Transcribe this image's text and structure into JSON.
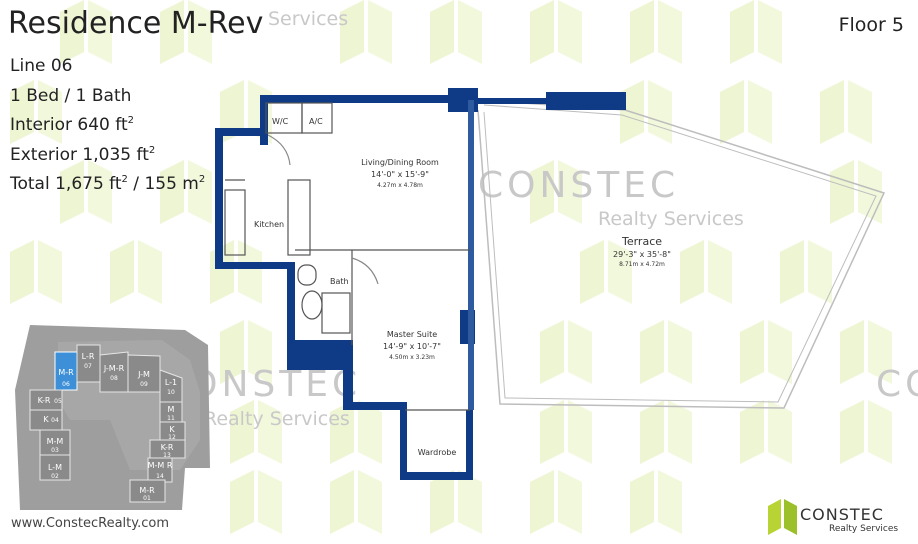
{
  "header": {
    "title": "Residence M-Rev",
    "floor": "Floor 5"
  },
  "unit_info": {
    "line": "Line 06",
    "beds_baths": "1 Bed / 1 Bath",
    "interior_label": "Interior 640 ft",
    "interior_exp": "2",
    "exterior_label": "Exterior 1,035 ft",
    "exterior_exp": "2",
    "total_label": "Total 1,675 ft",
    "total_exp": "2",
    "total_metric": " / 155 m",
    "total_metric_exp": "2"
  },
  "rooms": {
    "wic": "W/C",
    "ac": "A/C",
    "kitchen": "Kitchen",
    "living_name": "Living/Dining Room",
    "living_dims": "14'-0\" x 15'-9\"",
    "living_metric": "4.27m x 4.78m",
    "bath": "Bath",
    "master_name": "Master Suite",
    "master_dims": "14'-9\" x 10'-7\"",
    "master_metric": "4.50m x 3.23m",
    "wardrobe": "Wardrobe",
    "terrace_name": "Terrace",
    "terrace_dims": "29'-3\" x 35'-8\"",
    "terrace_metric": "8.71m x 4.72m"
  },
  "key_plan": {
    "highlighted": {
      "code": "M-R",
      "num": "06"
    },
    "units": [
      {
        "code": "L-R",
        "num": "07"
      },
      {
        "code": "J-M-R",
        "num": "08"
      },
      {
        "code": "J-M",
        "num": "09"
      },
      {
        "code": "L-1",
        "num": "10"
      },
      {
        "code": "M",
        "num": "11"
      },
      {
        "code": "K",
        "num": "12"
      },
      {
        "code": "K-R",
        "num": "13"
      },
      {
        "code": "M-M R",
        "num": "14"
      },
      {
        "code": "M-R",
        "num": "01"
      },
      {
        "code": "L-M",
        "num": "02"
      },
      {
        "code": "M-M",
        "num": "03"
      },
      {
        "code": "K",
        "num": "04"
      },
      {
        "code": "K-R",
        "num": "05"
      }
    ]
  },
  "watermark": {
    "brand": "CONSTEC",
    "sub": "Realty Services",
    "partial_top": "Services",
    "partial_title": "Realty"
  },
  "footer": {
    "website": "www.ConstecRealty.com",
    "logo_name": "CONSTEC",
    "logo_sub": "Realty Services"
  },
  "colors": {
    "wall": "#0e3a86",
    "accent_green": "#c8e07a",
    "highlight_blue": "#3d8fd8",
    "keymap_gray": "#9e9e9e"
  }
}
